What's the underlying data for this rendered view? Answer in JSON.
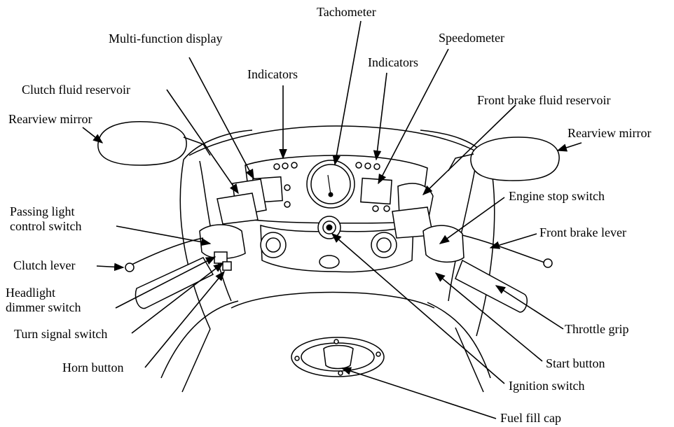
{
  "labels": {
    "tachometer": "Tachometer",
    "multi_function_display": "Multi-function display",
    "speedometer": "Speedometer",
    "indicators_left": "Indicators",
    "indicators_right": "Indicators",
    "clutch_fluid_reservoir": "Clutch fluid reservoir",
    "front_brake_fluid_reservoir": "Front brake fluid reservoir",
    "rearview_mirror_left": "Rearview mirror",
    "rearview_mirror_right": "Rearview mirror",
    "engine_stop_switch": "Engine stop switch",
    "passing_light_control_switch": "Passing light\ncontrol switch",
    "front_brake_lever": "Front brake lever",
    "clutch_lever": "Clutch lever",
    "headlight_dimmer_switch": "Headlight\ndimmer switch",
    "turn_signal_switch": "Turn signal switch",
    "throttle_grip": "Throttle grip",
    "horn_button": "Horn button",
    "start_button": "Start button",
    "ignition_switch": "Ignition switch",
    "fuel_fill_cap": "Fuel fill cap"
  }
}
